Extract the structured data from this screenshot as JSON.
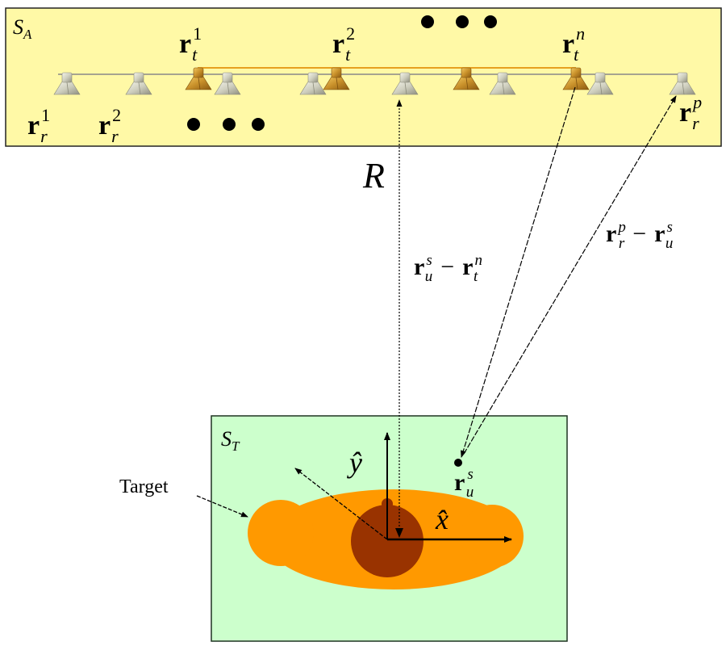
{
  "colors": {
    "antenna_region_fill": "#fff9a6",
    "target_region_fill": "#ccffcc",
    "target_outer": "#ff9900",
    "target_inner": "#993300",
    "transmitter": "#c8902a",
    "receiver": "#cfcfc0",
    "tx_line": "#e6a020",
    "rx_line": "#888888"
  },
  "antenna_region": {
    "label_main": "S",
    "label_sub": "A"
  },
  "target_region": {
    "label_main": "S",
    "label_sub": "T"
  },
  "transmitters": [
    {
      "main": "r",
      "sub": "t",
      "sup": "1"
    },
    {
      "main": "r",
      "sub": "t",
      "sup": "2"
    },
    {
      "main": "r",
      "sub": "t",
      "sup": "n"
    }
  ],
  "receivers": [
    {
      "main": "r",
      "sub": "r",
      "sup": "1"
    },
    {
      "main": "r",
      "sub": "r",
      "sup": "2"
    },
    {
      "main": "r",
      "sub": "r",
      "sup": "p"
    }
  ],
  "ellipsis_dots": "• • •",
  "range_label": "R",
  "vector_tx": {
    "a_main": "r",
    "a_sub": "u",
    "a_sup": "s",
    "op": "−",
    "b_main": "r",
    "b_sub": "t",
    "b_sup": "n"
  },
  "vector_rx": {
    "a_main": "r",
    "a_sub": "r",
    "a_sup": "p",
    "op": "−",
    "b_main": "r",
    "b_sub": "u",
    "b_sup": "s"
  },
  "scatter_point": {
    "main": "r",
    "sub": "u",
    "sup": "s"
  },
  "axes": {
    "x": "x̂",
    "y": "ŷ"
  },
  "target_label": "Target"
}
